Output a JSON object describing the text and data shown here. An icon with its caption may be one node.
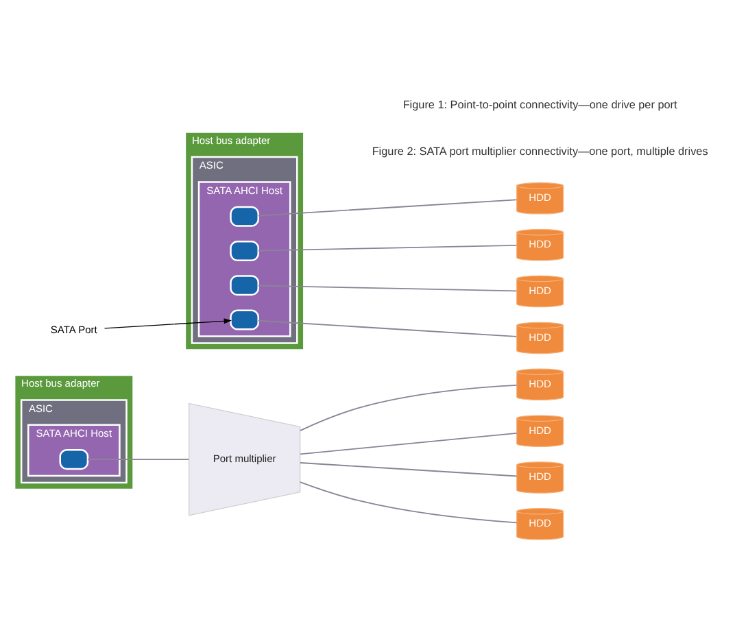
{
  "diagram": {
    "nodes": [
      {
        "text": [
          "Host bus adapter"
        ]
      },
      {
        "text": [
          "ASIC"
        ],
        "in": 0
      },
      {
        "text": [
          "SATA AHCI Host"
        ],
        "in": 1
      },
      {
        "text": [],
        "shape": "box",
        "in": 2
      },
      {
        "text": [],
        "shape": "box",
        "in": 2
      },
      {
        "text": [],
        "shape": "box",
        "in": 2
      },
      {
        "text": [],
        "shape": "box",
        "in": 2
      },
      {
        "text": [
          "HDD"
        ]
      },
      {
        "text": [
          "HDD"
        ]
      },
      {
        "text": [
          "HDD"
        ]
      },
      {
        "text": [
          "HDD"
        ]
      },
      {
        "text": [
          "SATA Port"
        ]
      },
      {
        "text": [
          "Host bus adapter"
        ]
      },
      {
        "text": [
          "ASIC"
        ],
        "in": 12
      },
      {
        "text": [
          "SATA AHCI Host"
        ],
        "in": 13
      },
      {
        "text": [],
        "shape": "box",
        "in": 14
      },
      {
        "text": [
          "Port multiplier"
        ]
      },
      {
        "text": [
          "HDD"
        ]
      },
      {
        "text": [
          "HDD"
        ]
      },
      {
        "text": [
          "HDD"
        ]
      },
      {
        "text": [
          "HDD"
        ]
      }
    ],
    "edges": [
      {
        "from": 3,
        "to": 7,
        "arrow": "none"
      },
      {
        "from": 4,
        "to": 8,
        "arrow": "none"
      },
      {
        "from": 5,
        "to": 9,
        "arrow": "none"
      },
      {
        "from": 6,
        "to": 10,
        "arrow": "none"
      },
      {
        "from": 11,
        "to": 6,
        "arrow": "to",
        "color": "#000000"
      },
      {
        "from": 15,
        "to": 16,
        "arrow": "none"
      },
      {
        "from": 16,
        "to": 17,
        "arrow": "none"
      },
      {
        "from": 16,
        "to": 18,
        "arrow": "none"
      },
      {
        "from": 16,
        "to": 19,
        "arrow": "none"
      },
      {
        "from": 16,
        "to": 20,
        "arrow": "none"
      }
    ],
    "labels": [
      "Figure 1: Point-to-point connectivity—one drive per port",
      "Figure 2: SATA port multiplier connectivity—one port, multiple drives"
    ]
  }
}
